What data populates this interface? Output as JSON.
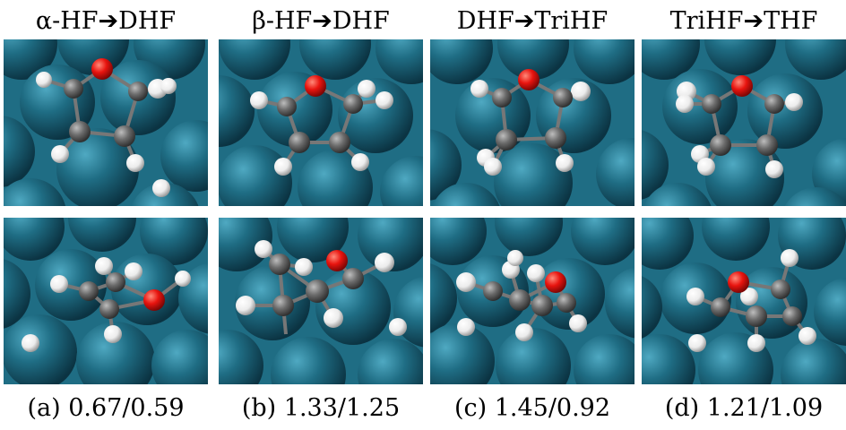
{
  "panels": [
    {
      "title": "α-HF➔DHF",
      "caption": "(a) 0.67/0.59"
    },
    {
      "title": "β-HF➔DHF",
      "caption": "(b) 1.33/1.25"
    },
    {
      "title": "DHF➔TriHF",
      "caption": "(c) 1.45/0.92"
    },
    {
      "title": "TriHF➔THF",
      "caption": "(d) 1.21/1.09"
    }
  ],
  "colors": {
    "surface_atom": "#1f6d84",
    "carbon": "#6b6b6b",
    "oxygen": "#e8140f",
    "hydrogen": "#f2f2f2"
  }
}
